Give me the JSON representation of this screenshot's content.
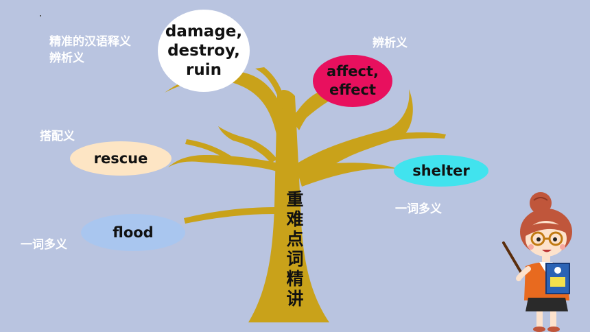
{
  "bubbles": {
    "damage": "damage, destroy, ruin",
    "affect": "affect, effect",
    "rescue": "rescue",
    "shelter": "shelter",
    "flood": "flood"
  },
  "labels": {
    "precise_meaning": "精准的汉语释义",
    "distinguish_left": "辨析义",
    "distinguish_right": "辨析义",
    "collocation": "搭配义",
    "polysemy_right": "一词多义",
    "polysemy_left": "一词多义"
  },
  "trunk_title": "重难点词精讲",
  "colors": {
    "background": "#b9c4e0",
    "tree": "#c9a21a",
    "damage_bubble": "#ffffff",
    "affect_bubble": "#e8105e",
    "rescue_bubble": "#fde5c4",
    "shelter_bubble": "#41e3ee",
    "flood_bubble": "#a9c6ef"
  },
  "illustration": "teacher-with-pointer-and-book"
}
